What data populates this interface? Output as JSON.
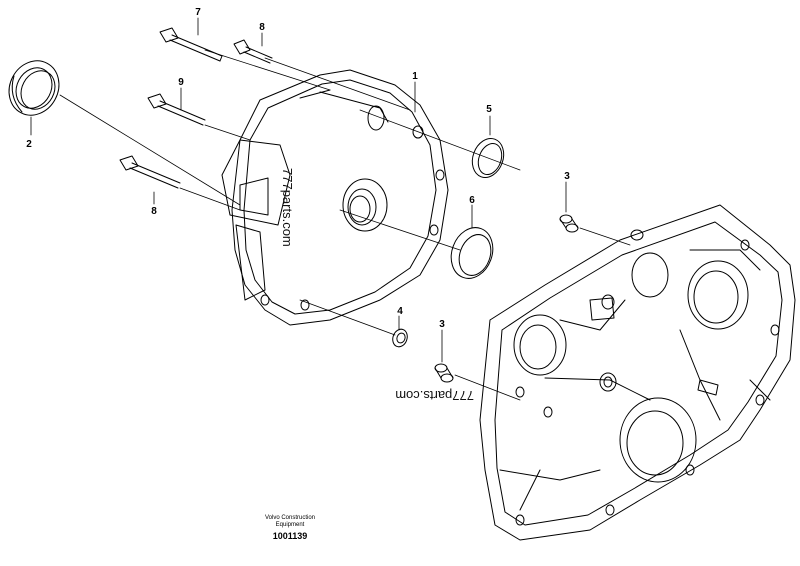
{
  "callouts": {
    "c1": "1",
    "c2": "2",
    "c3a": "3",
    "c3b": "3",
    "c4": "4",
    "c5": "5",
    "c6": "6",
    "c7": "7",
    "c8a": "8",
    "c8b": "8",
    "c9": "9"
  },
  "watermark": {
    "primary": "777parts.com",
    "secondary": "777parts.com"
  },
  "caption": {
    "brand_line1": "Volvo Construction",
    "brand_line2": "Equipment",
    "figure_number": "1001139"
  }
}
